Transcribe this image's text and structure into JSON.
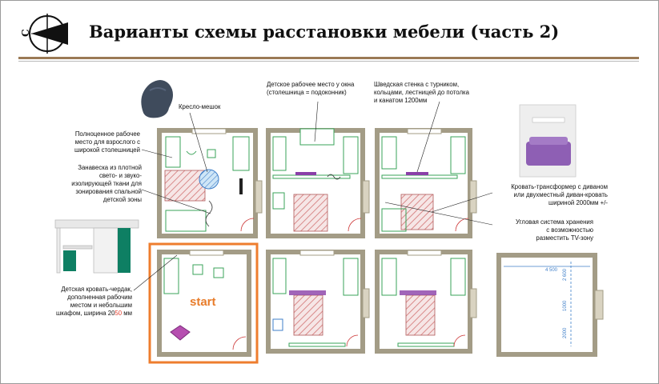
{
  "header": {
    "compass_letter": "С",
    "title": "Варианты схемы расстановки мебели (часть 2)"
  },
  "labels": {
    "armchair_bag": "Кресло-мешок",
    "desk_window": "Детское рабочее место у окна\n(столешница = подоконник)",
    "swedish_wall": "Шведская стенка с турником,\nкольцами, лестницей до потолка\nи канатом 1200мм",
    "adult_desk": "Полноценное рабочее\nместо для взрослого с\nширокой столешницей",
    "curtain": "Занавеска из плотной\nсвето- и звуко-\nизолирующей ткани для\nзонирования спальной\nдетской зоны",
    "transformer_bed": "Кровать-трансформер с диваном\nили двухместный диван-кровать\nшириной 2000мм +/-",
    "corner_storage": "Угловая система хранения\nс возможностью\nразместить TV-зону",
    "loft_bed_prefix": "Детская кровать-чердак,\nдополненная рабочим\nместом и небольшим\nшкафом, ширина 20",
    "loft_bed_highlight": "50",
    "loft_bed_suffix": " мм",
    "start": "start"
  },
  "dimensions": {
    "width": "4 500",
    "h_top": "2 600",
    "h_mid": "1000",
    "h_low": "2000"
  },
  "colors": {
    "wall": "#a39c86",
    "wall_fill": "#d9d3c1",
    "furniture_green": "#3aa35a",
    "bed_hatch": "#d98a8a",
    "purple": "#8a3fa8",
    "highlight": "#ee7d2e",
    "dimension_blue": "#3f7fc9",
    "title_rule": "#9b7a55"
  }
}
